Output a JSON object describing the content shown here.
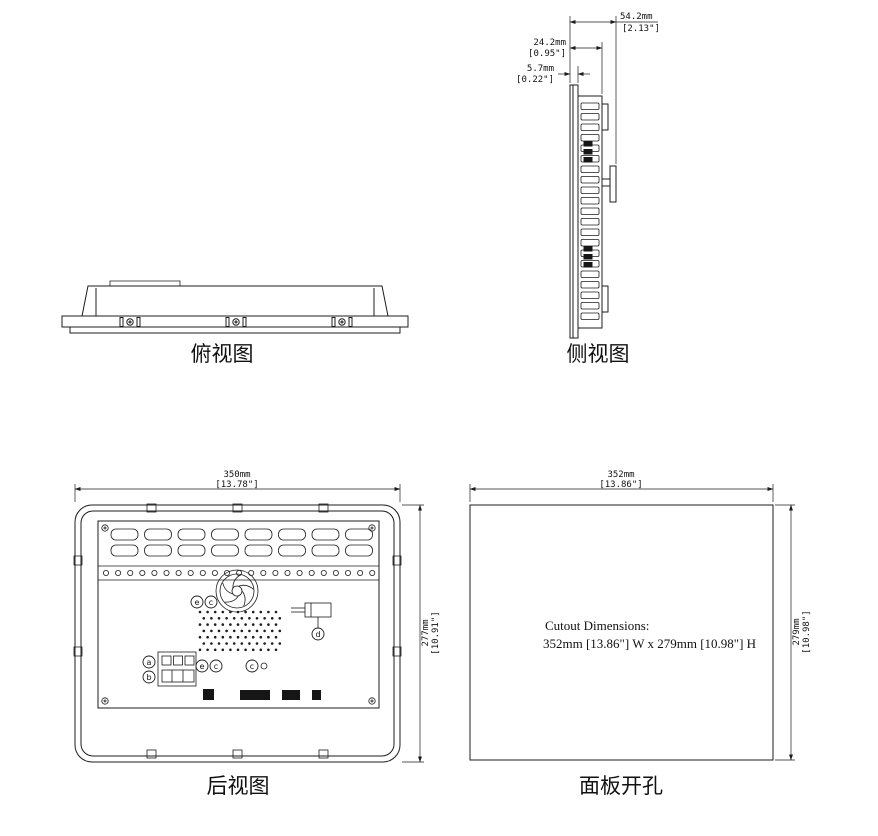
{
  "drawing": {
    "line_color": "#1c1c1c",
    "views": {
      "top_view": {
        "caption": "俯视图"
      },
      "side_view": {
        "caption": "侧视图",
        "dims": {
          "total_depth_mm": "54.2mm",
          "total_depth_in": "[2.13\"]",
          "body_depth_mm": "24.2mm",
          "body_depth_in": "[0.95\"]",
          "bezel_depth_mm": "5.7mm",
          "bezel_depth_in": "[0.22\"]"
        }
      },
      "rear_view": {
        "caption": "后视图",
        "dims": {
          "width_mm": "350mm",
          "width_in": "[13.78\"]",
          "height_mm": "277mm",
          "height_in": "[10.91\"]"
        },
        "callouts": {
          "a": "a",
          "b": "b",
          "c": "c",
          "d": "d",
          "e": "e"
        }
      },
      "cutout_view": {
        "caption": "面板开孔",
        "dims": {
          "width_mm": "352mm",
          "width_in": "[13.86\"]",
          "height_mm": "279mm",
          "height_in": "[10.98\"]"
        },
        "note_line1": "Cutout Dimensions:",
        "note_line2": "352mm [13.86\"]    W x 279mm [10.98\"] H"
      }
    }
  }
}
